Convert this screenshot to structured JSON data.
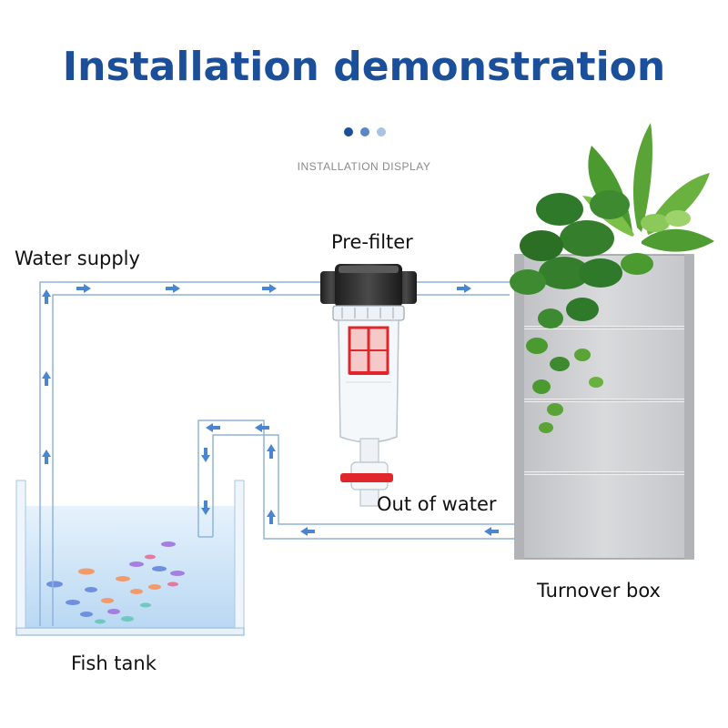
{
  "header": {
    "title": "Installation demonstration",
    "subtitle": "INSTALLATION DISPLAY"
  },
  "labels": {
    "water_supply": "Water supply",
    "pre_filter": "Pre-filter",
    "out_of_water": "Out of water",
    "turnover_box": "Turnover box",
    "fish_tank": "Fish tank"
  },
  "colors": {
    "title": "#1b4f9a",
    "pipe_outline": "#8fb3dc",
    "arrow": "#4a86d0",
    "water": "#cfe4f7",
    "box": "#cfd0d2",
    "filter_red": "#e0262a",
    "plant_green": "#3f8a2e"
  },
  "icons": {
    "dots": [
      "dot-dark",
      "dot-mid",
      "dot-light"
    ],
    "flow": "arrow-icon"
  }
}
